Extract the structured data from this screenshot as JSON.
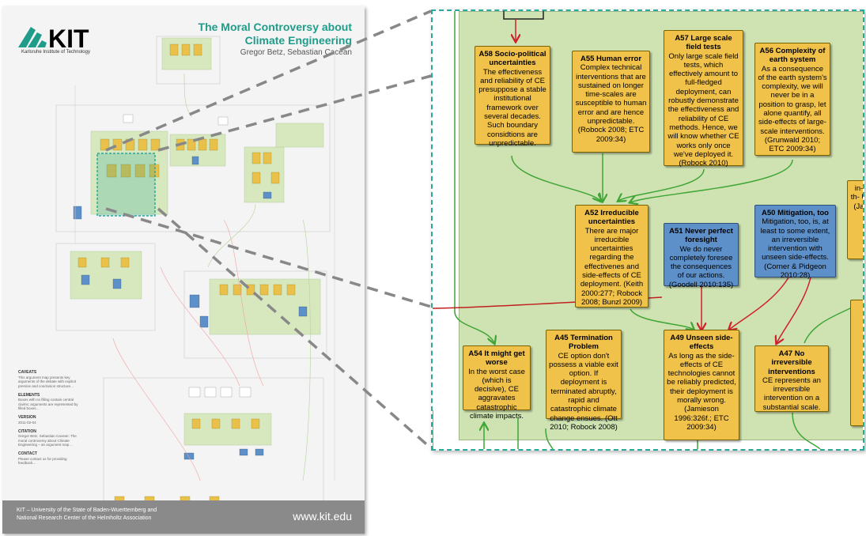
{
  "poster": {
    "logo": "KIT",
    "logo_sub": "Karlsruhe Institute of Technology",
    "title": "The Moral Controversy about Climate Engineering",
    "authors": "Gregor Betz, Sebastian Cacean",
    "footer_line1": "KIT – University of the State of Baden-Wuerttemberg and",
    "footer_line2": "National Research Center of the Helmholtz Association",
    "footer_url": "www.kit.edu",
    "caveats_heading": "CAVEATS",
    "elements_heading": "ELEMENTS",
    "version_heading": "VERSION",
    "citation_heading": "CITATION",
    "contact_heading": "CONTACT"
  },
  "nodes": {
    "a58": {
      "title": "A58 Socio-political uncertainties",
      "body": "The effectiveness and reliability of CE presuppose a stable institutional framework over several decades. Such boundary considtions are unpredictable."
    },
    "a55": {
      "title": "A55 Human error",
      "body": "Complex technical interventions that are sustained on longer time-scales are susceptible to human error and are hence unpredictable. (Robock 2008; ETC 2009:34)"
    },
    "a57": {
      "title": "A57 Large scale field tests",
      "body": "Only large scale field tests, which effectively amount to full-fledged deployment, can robustly demonstrate the effectiveness and reliability of CE methods. Hence, we will know whether CE works only once we've deployed it. (Robock 2010)"
    },
    "a56": {
      "title": "A56 Complexity of earth system",
      "body": "As a consequence of the earth system's complexity, we will never be in a position to grasp, let alone quantify, all side-effects of large-scale interventions. (Grunwald 2010; ETC 2009:34)"
    },
    "a52": {
      "title": "A52 Irreducible uncertainties",
      "body": "There are major irreducible uncertainties regarding the effectivenes and side-effects of CE deployment. (Keith 2000:277; Robock 2008; Bunzl 2009)"
    },
    "a51": {
      "title": "A51 Never perfect foresight",
      "body": "We do never completely foresee the consequences of our actions. (Goodell 2010:135)"
    },
    "a50": {
      "title": "A50 Mitigation, too",
      "body": "Mitigation, too, is, at least to some extent, an irreversible intervention with unseen side-effects. (Corner & Pidgeon 2010:28)"
    },
    "a54": {
      "title": "A54 It might get worse",
      "body": "In the worst case (which is decisive), CE aggravates catastrophic climate impacts."
    },
    "a45": {
      "title": "A45 Termination Problem",
      "body": "CE option don't possess a viable exit option. If deployment is terminated abruptly, rapid and catastrophic climate change ensues. (Ott 2010; Robock 2008)"
    },
    "a49": {
      "title": "A49 Unseen side-effects",
      "body": "As long as the side-effects of CE technologies cannot be reliably predicted, their deployment is morally wrong. (Jamieson 1996:326f.; ETC 2009:34)"
    },
    "a47": {
      "title": "A47 No irreversible interventions",
      "body": "CE represents an irreversible intervention on a substantial scale."
    },
    "edge1": {
      "title": "",
      "body": "in- th- U (Ja"
    }
  },
  "colors": {
    "pro": "#f0c24a",
    "con": "#5d8fc8",
    "support": "#3fa535",
    "attack": "#d0202a",
    "group": "#cfe3b2",
    "highlight": "#2aa89a"
  }
}
